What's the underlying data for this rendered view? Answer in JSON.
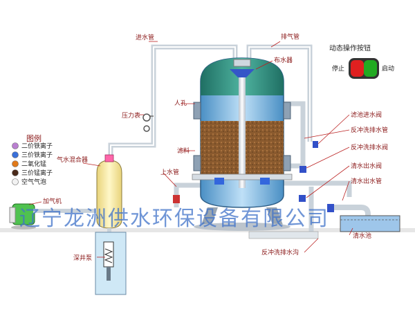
{
  "labels": {
    "inlet_pipe": "进水管",
    "exhaust_pipe": "排气管",
    "water_distributor": "布水器",
    "manhole": "人孔",
    "pressure_gauge": "压力表",
    "filter_media": "滤料",
    "upper_water_pipe": "上水管",
    "air_water_mixer": "气水混合器",
    "aerator": "加气机",
    "deep_well_pump": "深井泵",
    "filter_inlet_valve": "滤池进水阀",
    "backwash_drain_pipe": "反冲洗排水管",
    "backwash_valve": "反冲洗排水阀",
    "clean_outlet_valve": "清水出水阀",
    "clean_outlet_pipe": "清水出水管",
    "clean_pool": "清水池",
    "backwash_ditch": "反冲洗排水沟"
  },
  "legend": {
    "title": "图例",
    "items": [
      {
        "label": "二价铁离子",
        "color": "#b97fd0"
      },
      {
        "label": "三价铁离子",
        "color": "#3a6fd8"
      },
      {
        "label": "二氧化锰",
        "color": "#e07a1a"
      },
      {
        "label": "三价锰离子",
        "color": "#4a2a1a"
      },
      {
        "label": "空气气泡",
        "color": "#f2f2f2"
      }
    ]
  },
  "control": {
    "title": "动态操作按钮",
    "stop": "停止",
    "start": "启动",
    "stop_color": "#e02020",
    "start_color": "#22aa22"
  },
  "watermark": "辽宁龙洲供水环保设备有限公司"
}
